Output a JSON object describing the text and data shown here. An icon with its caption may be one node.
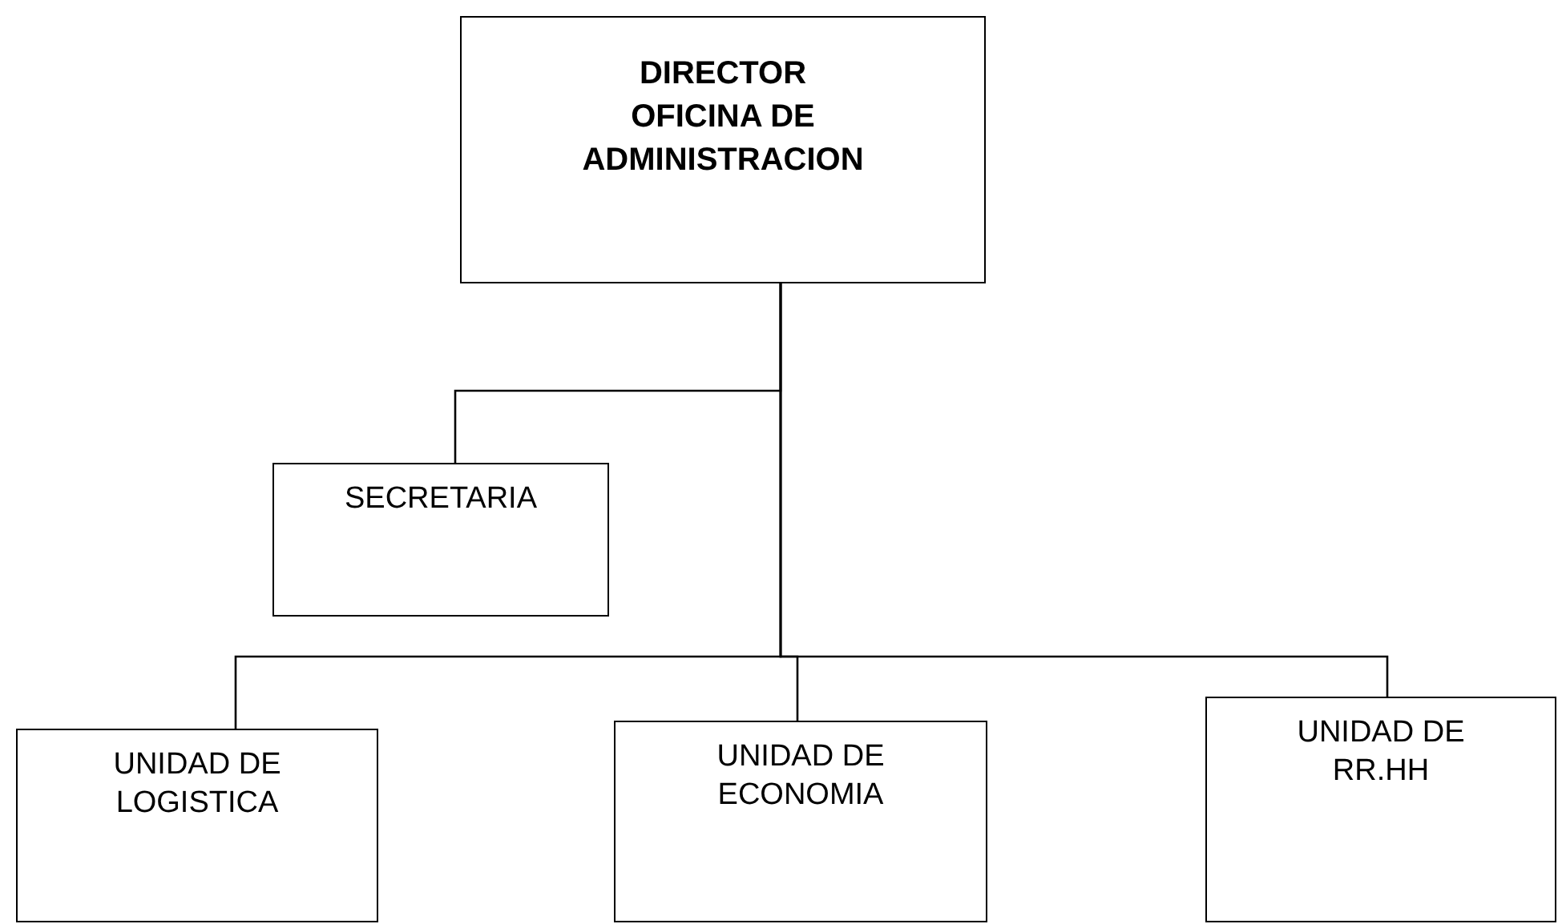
{
  "diagram": {
    "nodes": [
      {
        "text": [
          "DIRECTOR OFICINA DE ADMINISTRACION"
        ]
      },
      {
        "text": [
          "SECRETARIA"
        ]
      },
      {
        "text": [
          "UNIDAD DE LOGISTICA"
        ]
      },
      {
        "text": [
          "UNIDAD DE ECONOMIA"
        ]
      },
      {
        "text": [
          "UNIDAD DE RR.HH"
        ]
      }
    ],
    "edges": [
      {
        "from": 0,
        "to": 1,
        "arrow": "none"
      },
      {
        "from": 0,
        "to": 2,
        "arrow": "none"
      },
      {
        "from": 0,
        "to": 3,
        "arrow": "none"
      },
      {
        "from": 0,
        "to": 4,
        "arrow": "none"
      }
    ]
  }
}
